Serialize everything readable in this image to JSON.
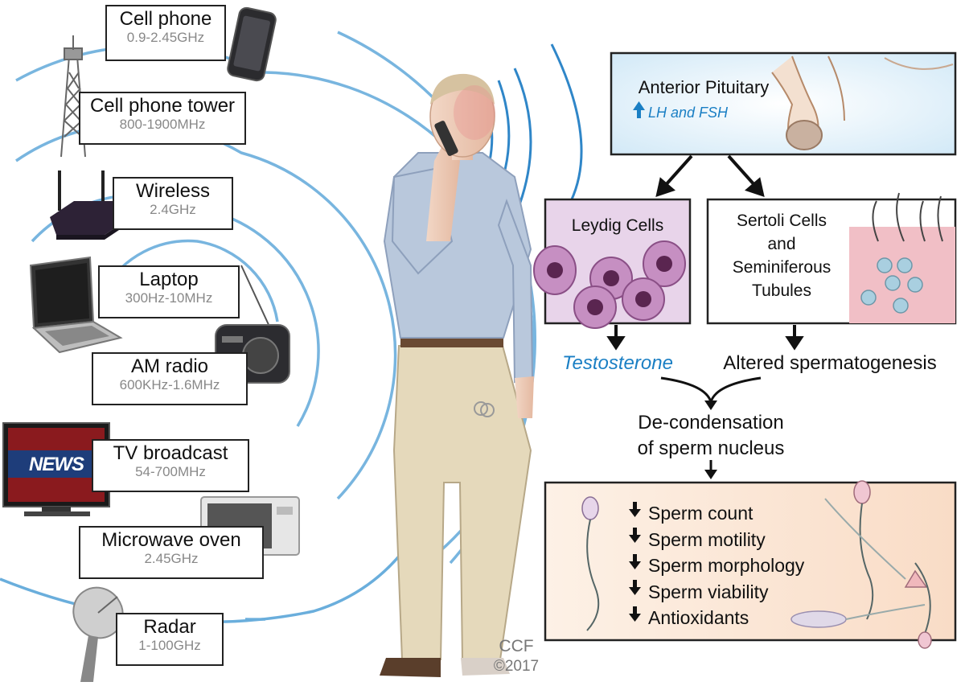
{
  "sources": [
    {
      "name": "Cell phone",
      "freq": "0.9-2.45GHz"
    },
    {
      "name": "Cell phone tower",
      "freq": "800-1900MHz"
    },
    {
      "name": "Wireless",
      "freq": "2.4GHz"
    },
    {
      "name": "Laptop",
      "freq": "300Hz-10MHz"
    },
    {
      "name": "AM radio",
      "freq": "600KHz-1.6MHz"
    },
    {
      "name": "TV broadcast",
      "freq": "54-700MHz"
    },
    {
      "name": "Microwave oven",
      "freq": "2.45GHz"
    },
    {
      "name": "Radar",
      "freq": "1-100GHz"
    }
  ],
  "tv_screen_text": "NEWS",
  "pituitary": {
    "title": "Anterior Pituitary",
    "hormones": "LH and FSH"
  },
  "leydig": {
    "title": "Leydig Cells"
  },
  "sertoli": {
    "line1": "Sertoli Cells",
    "line2": "and",
    "line3": "Seminiferous",
    "line4": "Tubules"
  },
  "testosterone": "Testosterone",
  "spermatogenesis": "Altered spermatogenesis",
  "decondensation": {
    "line1": "De-condensation",
    "line2": "of sperm nucleus"
  },
  "effects": [
    "Sperm count",
    "Sperm motility",
    "Sperm morphology",
    "Sperm viability",
    "Antioxidants"
  ],
  "credit": {
    "org": "CCF",
    "year": "©2017"
  },
  "colors": {
    "wave": "#6aaedc",
    "blue_text": "#1a7fc4",
    "pituitary_bg": "#e6f3fb",
    "cell_bg": "#e8d4ea",
    "effect_bg": "#fbe7d6"
  }
}
